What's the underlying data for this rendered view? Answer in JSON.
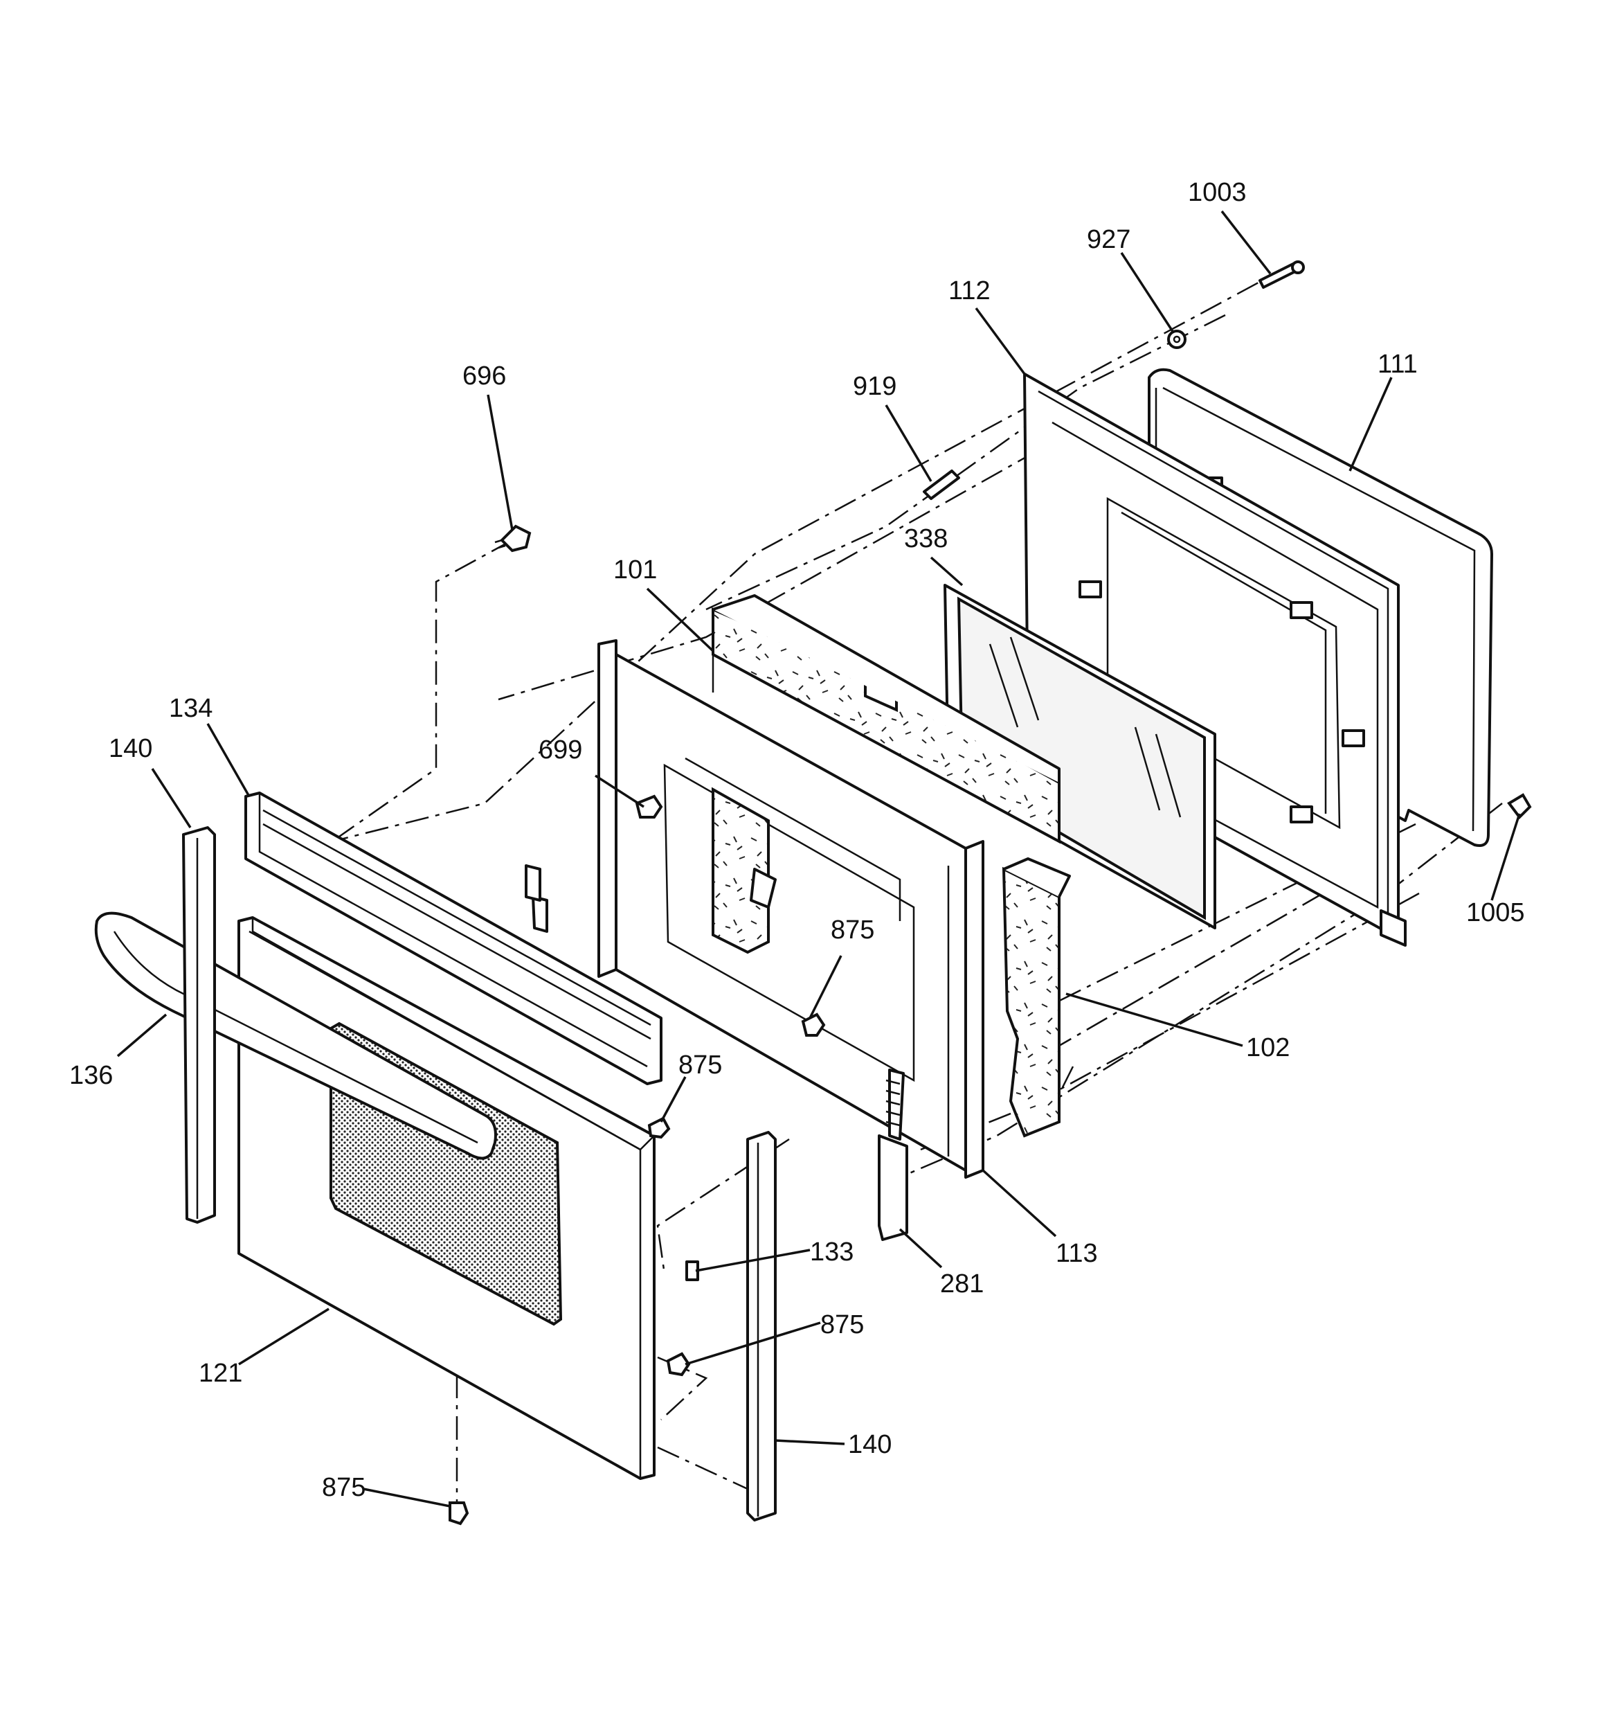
{
  "diagram": {
    "labels": {
      "p1003": "1003",
      "p927": "927",
      "p112": "112",
      "p111": "111",
      "p696": "696",
      "p919": "919",
      "p338": "338",
      "p101": "101",
      "p134": "134",
      "p140a": "140",
      "p699": "699",
      "p875a": "875",
      "p1005": "1005",
      "p136": "136",
      "p102": "102",
      "p875b": "875",
      "p133": "133",
      "p113": "113",
      "p281": "281",
      "p875c": "875",
      "p121": "121",
      "p140b": "140",
      "p875d": "875"
    }
  }
}
